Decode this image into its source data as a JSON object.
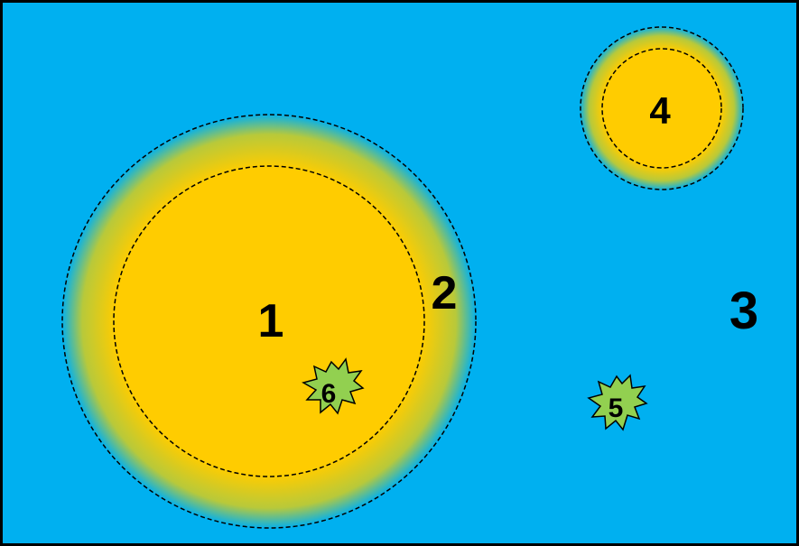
{
  "colors": {
    "background": "#00B0F0",
    "zone_core": "#FFCC00",
    "zone_gradient": "#00B0F0",
    "star_fill": "#92D050",
    "outline": "#000000"
  },
  "labels": {
    "zone_1": "1",
    "zone_2": "2",
    "zone_3": "3",
    "zone_4": "4",
    "star_5": "5",
    "star_6": "6"
  }
}
